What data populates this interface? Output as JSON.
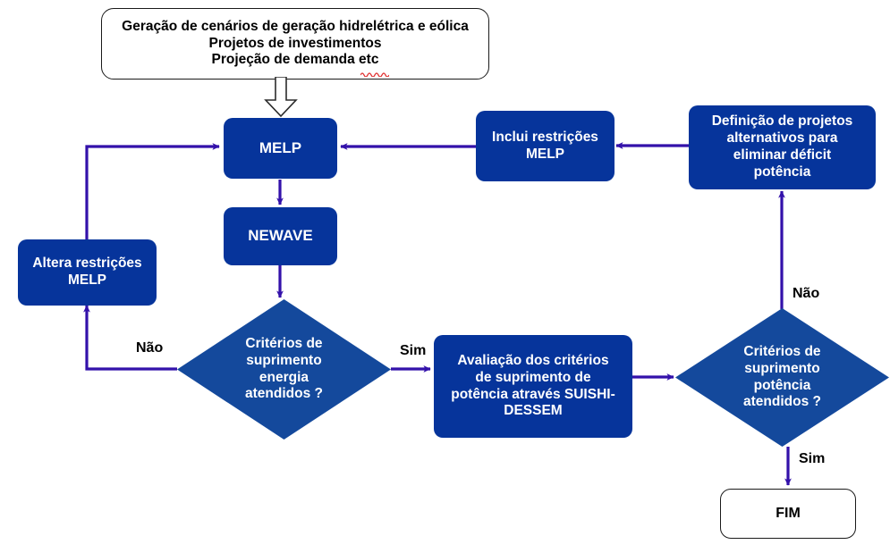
{
  "diagram": {
    "title": "Fluxograma de planejamento MELP / NEWAVE / SUISHI-DESSEM",
    "colors": {
      "node_fill": "#06349B",
      "node_text": "#FFFFFF",
      "connector": "#3311AA",
      "terminator_border": "#1A1A1A",
      "terminator_text": "#000000",
      "background": "#FFFFFF"
    },
    "nodes": {
      "start": {
        "line1": "Geração de cenários de geração hidrelétrica e eólica",
        "line2": "Projetos de investimentos",
        "line3": "Projeção de demanda etc"
      },
      "melp": {
        "label": "MELP"
      },
      "newave": {
        "label": "NEWAVE"
      },
      "altera_restricoes": {
        "line1": "Altera restrições",
        "line2": "MELP"
      },
      "inclui_restricoes": {
        "line1": "Inclui restrições",
        "line2": "MELP"
      },
      "definicao_projetos": {
        "line1": "Definição de projetos",
        "line2": "alternativos para",
        "line3": "eliminar  déficit",
        "line4": "potência"
      },
      "decisao_energia": {
        "line1": "Critérios de",
        "line2": "suprimento",
        "line3": "energia",
        "line4": "atendidos ?"
      },
      "avaliacao_potencia": {
        "line1": "Avaliação dos critérios",
        "line2": "de suprimento de",
        "line3": "potência através SUISHI-",
        "line4": "DESSEM"
      },
      "decisao_potencia": {
        "line1": "Critérios de",
        "line2": "suprimento",
        "line3": "potência",
        "line4": "atendidos ?"
      },
      "fim": {
        "label": "FIM"
      }
    },
    "edge_labels": {
      "energia_nao": "Não",
      "energia_sim": "Sim",
      "potencia_nao": "Não",
      "potencia_sim": "Sim"
    }
  }
}
